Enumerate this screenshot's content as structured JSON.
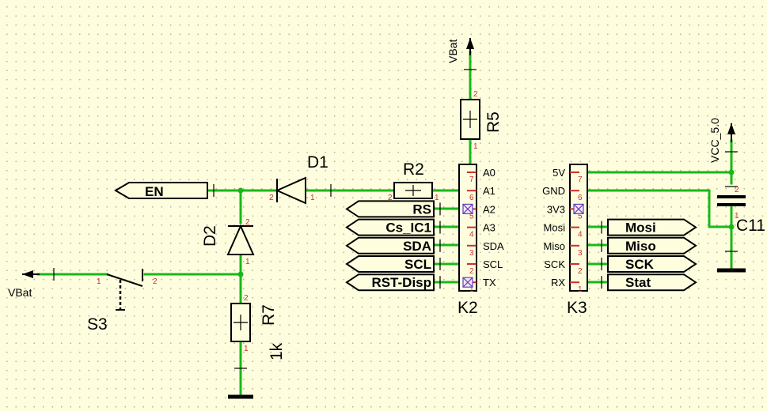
{
  "components": {
    "d1": "D1",
    "d2": "D2",
    "r2": "R2",
    "r5": "R5",
    "r7": "R7",
    "r7_value": "1k",
    "s3": "S3",
    "k2": "K2",
    "k3": "K3",
    "c11": "C11"
  },
  "power": {
    "vbat_top": "VBat",
    "vbat_left": "VBat",
    "vcc": "VCC_5.0"
  },
  "nets": {
    "en": "EN",
    "rs": "RS",
    "cs": "Cs_IC1",
    "sda": "SDA",
    "scl": "SCL",
    "rst": "RST-Disp",
    "mosi": "Mosi",
    "miso": "Miso",
    "sck": "SCK",
    "stat": "Stat"
  },
  "k2_pins": [
    {
      "name": "A0",
      "num": "7"
    },
    {
      "name": "A1",
      "num": "6"
    },
    {
      "name": "A2",
      "num": "5"
    },
    {
      "name": "A3",
      "num": "4"
    },
    {
      "name": "SDA",
      "num": "3"
    },
    {
      "name": "SCL",
      "num": "2"
    },
    {
      "name": "TX",
      "num": "1"
    }
  ],
  "k3_pins": [
    {
      "name": "5V",
      "num": "7"
    },
    {
      "name": "GND",
      "num": "6"
    },
    {
      "name": "3V3",
      "num": "5"
    },
    {
      "name": "Mosi",
      "num": "4"
    },
    {
      "name": "Miso",
      "num": "3"
    },
    {
      "name": "SCK",
      "num": "2"
    },
    {
      "name": "RX",
      "num": "1"
    }
  ],
  "pin_numbers": {
    "one": "1",
    "two": "2"
  },
  "colors": {
    "wire": "#18b818",
    "pin": "#c83030",
    "background": "#fefedf",
    "unconnected": "#6040c0"
  }
}
